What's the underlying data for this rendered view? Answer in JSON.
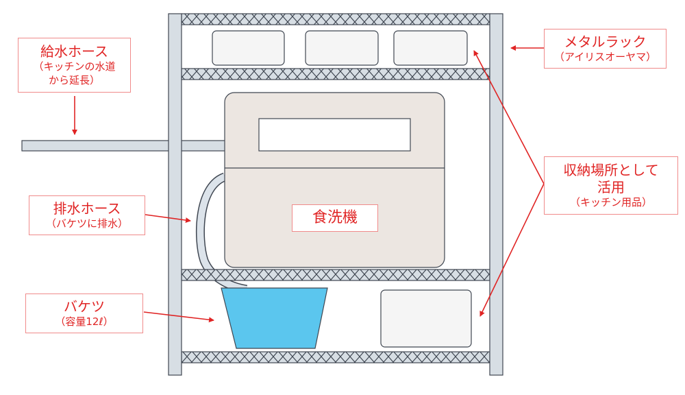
{
  "labels": {
    "water_supply": {
      "title": "給水ホース",
      "sub1": "（キッチンの水道",
      "sub2": "から延長）"
    },
    "drain": {
      "title": "排水ホース",
      "sub": "（バケツに排水）"
    },
    "bucket": {
      "title": "バケツ",
      "sub": "（容量12ℓ）"
    },
    "rack": {
      "title": "メタルラック",
      "sub": "（アイリスオーヤマ）"
    },
    "storage": {
      "title1": "収納場所として",
      "title2": "活用",
      "sub": "（キッチン用品）"
    },
    "dishwasher": {
      "title": "食洗機"
    }
  },
  "colors": {
    "label_text": "#e02424",
    "label_border": "#f08a8a",
    "arrow": "#e02424",
    "rack_frame": "#d7dee4",
    "outline": "#3f4651",
    "dishwasher_body": "#ece6e1",
    "bucket": "#5bc6ee",
    "hose": "#dce3ea"
  }
}
